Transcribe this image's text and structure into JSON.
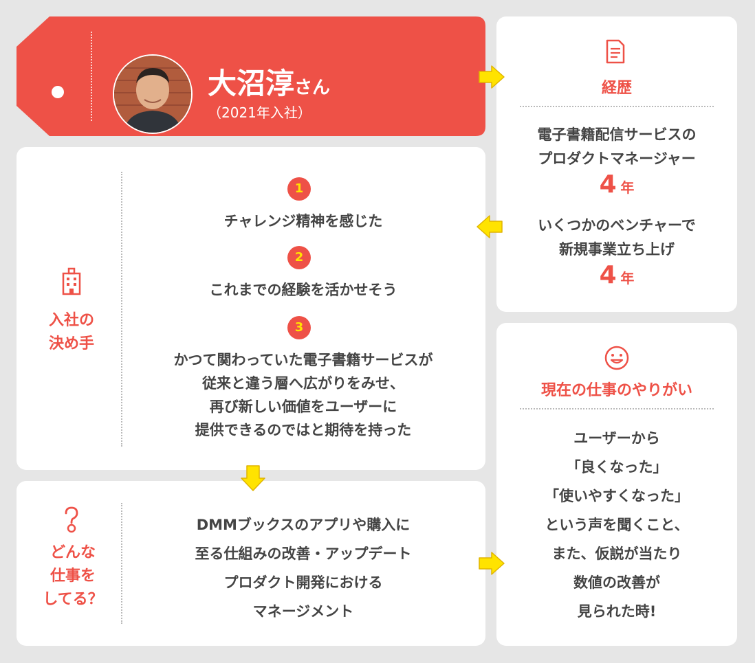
{
  "profile": {
    "name": "大沼淳",
    "honorific": "さん",
    "joined": "（2021年入社）"
  },
  "career": {
    "title": "経歴",
    "items": [
      {
        "lines": [
          "電子書籍配信サービスの",
          "プロダクトマネージャー"
        ],
        "years": "4",
        "unit": "年"
      },
      {
        "lines": [
          "いくつかのベンチャーで",
          "新規事業立ち上げ"
        ],
        "years": "4",
        "unit": "年"
      }
    ]
  },
  "decision": {
    "label_lines": [
      "入社の",
      "決め手"
    ],
    "reasons": [
      {
        "num": "1",
        "lines": [
          "チャレンジ精神を感じた"
        ]
      },
      {
        "num": "2",
        "lines": [
          "これまでの経験を活かせそう"
        ]
      },
      {
        "num": "3",
        "lines": [
          "かつて関わっていた電子書籍サービスが",
          "従来と違う層へ広がりをみせ、",
          "再び新しい価値をユーザーに",
          "提供できるのではと期待を持った"
        ]
      }
    ]
  },
  "work": {
    "label_lines": [
      "どんな",
      "仕事を",
      "してる？"
    ],
    "lines": [
      "DMMブックスのアプリや購入に",
      "至る仕組みの改善・アップデート",
      "プロダクト開発における",
      "マネージメント"
    ]
  },
  "rewarding": {
    "title": "現在の仕事のやりがい",
    "lines": [
      "ユーザーから",
      "「良くなった」",
      "「使いやすくなった」",
      "という声を聞くこと、",
      "また、仮説が当たり",
      "数値の改善が",
      "見られた時!"
    ]
  },
  "colors": {
    "accent": "#ee5147",
    "arrow": "#ffe300",
    "text": "#444444",
    "background": "#e6e6e6"
  }
}
